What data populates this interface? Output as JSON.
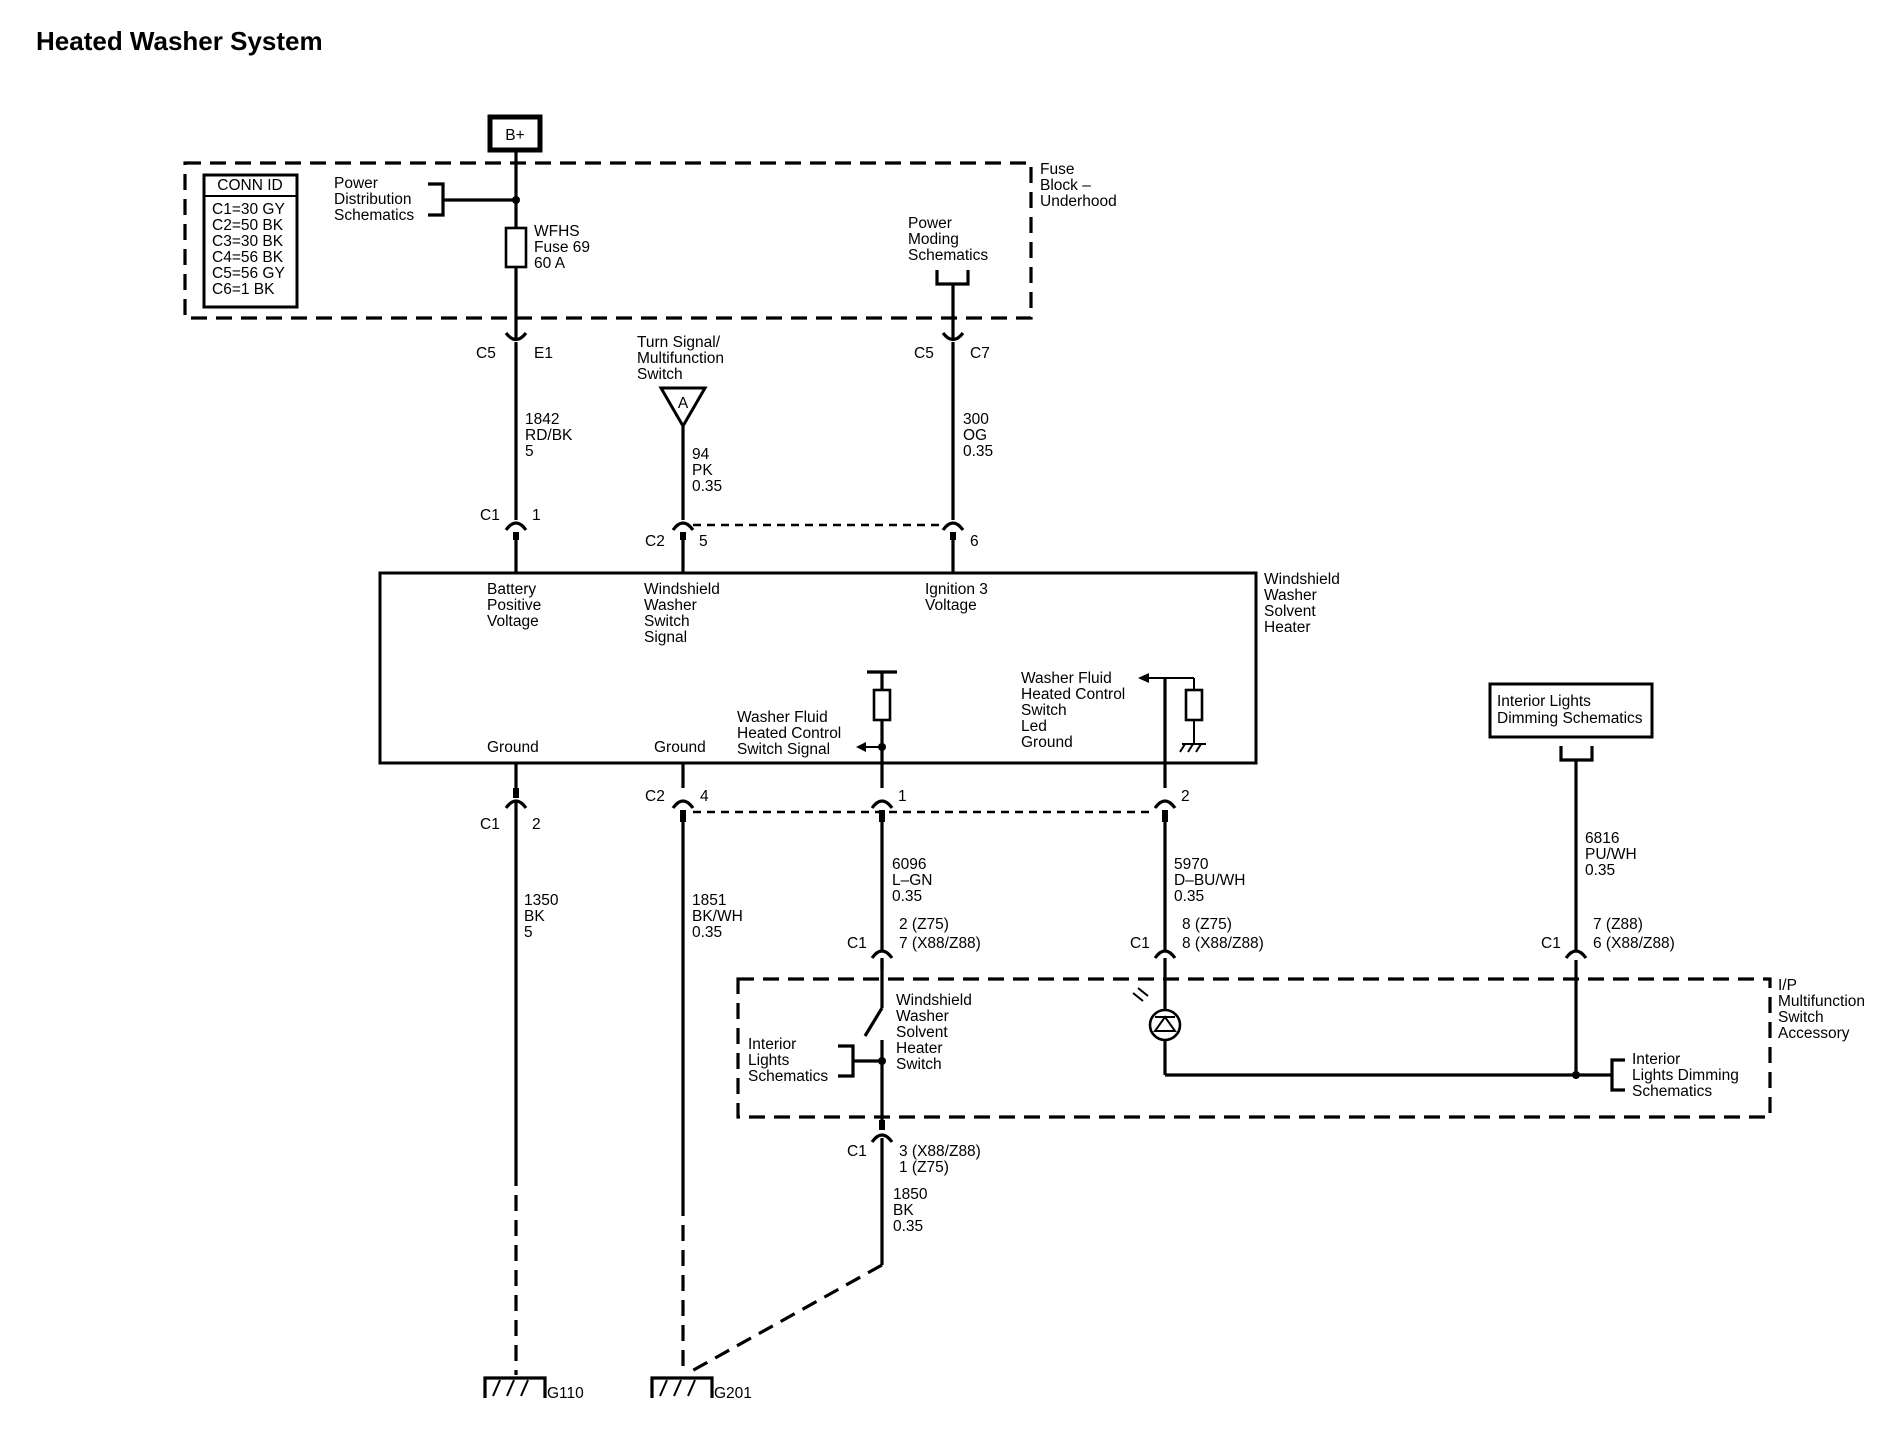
{
  "title": "Heated Washer System",
  "power_source": "B+",
  "conn_id": {
    "header": "CONN ID",
    "rows": [
      "C1=30 GY",
      "C2=50 BK",
      "C3=30 BK",
      "C4=56 BK",
      "C5=56 GY",
      "C6=1 BK"
    ]
  },
  "fuse_block": {
    "label": [
      "Fuse",
      "Block –",
      "Underhood"
    ],
    "power_distribution": [
      "Power",
      "Distribution",
      "Schematics"
    ],
    "fuse": [
      "WFHS",
      "Fuse 69",
      "60 A"
    ],
    "power_moding": [
      "Power",
      "Moding",
      "Schematics"
    ]
  },
  "connectors_top": {
    "c5_e1": [
      "C5",
      "E1"
    ],
    "c5_c7": [
      "C5",
      "C7"
    ],
    "c1_1": [
      "C1",
      "1"
    ],
    "c2_5": [
      "C2",
      "5"
    ],
    "pin_6": "6"
  },
  "turn_signal": {
    "label": [
      "Turn Signal/",
      "Multifunction",
      "Switch"
    ],
    "ref": "A"
  },
  "wires": {
    "w1842": [
      "1842",
      "RD/BK",
      "5"
    ],
    "w94": [
      "94",
      "PK",
      "0.35"
    ],
    "w300": [
      "300",
      "OG",
      "0.35"
    ],
    "w1350": [
      "1350",
      "BK",
      "5"
    ],
    "w1851": [
      "1851",
      "BK/WH",
      "0.35"
    ],
    "w6096": [
      "6096",
      "L–GN",
      "0.35"
    ],
    "w5970": [
      "5970",
      "D–BU/WH",
      "0.35"
    ],
    "w6816": [
      "6816",
      "PU/WH",
      "0.35"
    ],
    "w1850": [
      "1850",
      "BK",
      "0.35"
    ]
  },
  "module": {
    "name": [
      "Windshield",
      "Washer",
      "Solvent",
      "Heater"
    ],
    "battery": [
      "Battery",
      "Positive",
      "Voltage"
    ],
    "switch_signal": [
      "Windshield",
      "Washer",
      "Switch",
      "Signal"
    ],
    "ignition": [
      "Ignition 3",
      "Voltage"
    ],
    "ground1": "Ground",
    "ground2": "Ground",
    "control_signal": [
      "Washer Fluid",
      "Heated Control",
      "Switch Signal"
    ],
    "led_ground": [
      "Washer Fluid",
      "Heated Control",
      "Switch",
      "Led",
      "Ground"
    ]
  },
  "connectors_bottom": {
    "c1_2": [
      "C1",
      "2"
    ],
    "c2_4": [
      "C2",
      "4"
    ],
    "pin_1": "1",
    "pin_2": "2"
  },
  "interior_dimming_box": [
    "Interior Lights",
    "Dimming Schematics"
  ],
  "ip_connectors": {
    "left": [
      "C1",
      "2 (Z75)",
      "7 (X88/Z88)"
    ],
    "mid": [
      "C1",
      "8 (Z75)",
      "8 (X88/Z88)"
    ],
    "right": [
      "C1",
      "7 (Z88)",
      "6 (X88/Z88)"
    ],
    "bottom": [
      "C1",
      "3 (X88/Z88)",
      "1 (Z75)"
    ]
  },
  "ip_switch": {
    "label": [
      "I/P",
      "Multifunction",
      "Switch",
      "Accessory"
    ],
    "heater_switch": [
      "Windshield",
      "Washer",
      "Solvent",
      "Heater",
      "Switch"
    ],
    "interior_lights": [
      "Interior",
      "Lights",
      "Schematics"
    ],
    "interior_dimming": [
      "Interior",
      "Lights Dimming",
      "Schematics"
    ]
  },
  "grounds": [
    "G110",
    "G201"
  ]
}
